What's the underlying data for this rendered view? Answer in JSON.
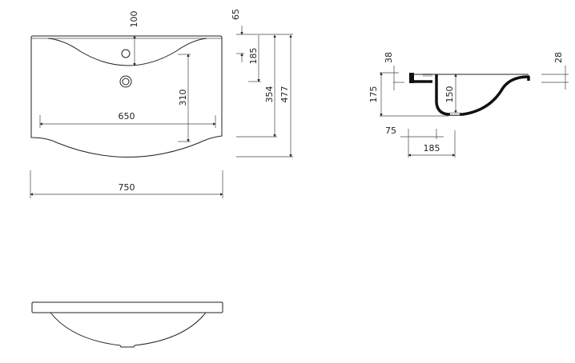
{
  "top_view": {
    "dims": {
      "tap_offset": "100",
      "drain_depth": "310",
      "bowl_width": "650",
      "overall_width": "750",
      "rear_edge": "65",
      "tap_to_drain": "185",
      "bowl_length": "354",
      "overall_depth": "477"
    }
  },
  "side_view": {
    "dims": {
      "flange_height": "38",
      "overall_height": "175",
      "bowl_depth": "150",
      "front_lip": "28",
      "drain_offset": "75",
      "drain_distance": "185"
    }
  },
  "colors": {
    "line": "#222222",
    "background": "#ffffff"
  }
}
